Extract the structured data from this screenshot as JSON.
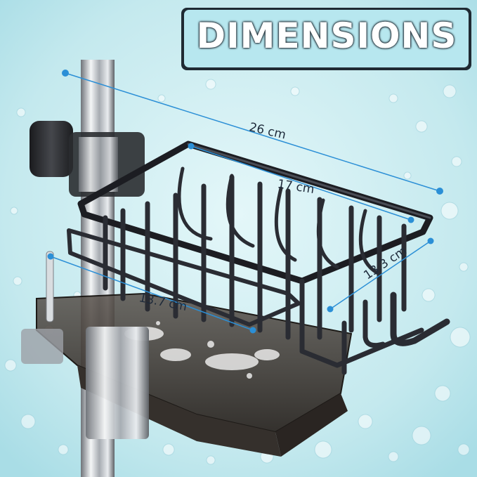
{
  "title": "DIMENSIONS",
  "dimensions": {
    "overall_width": "26 cm",
    "basket_width": "17 cm",
    "tray_depth": "13.7 cm",
    "basket_depth": "13.3 cm"
  },
  "colors": {
    "background": "#cfeef2",
    "banner": "#b7e7ef",
    "dimension_line": "#2b8fd6",
    "basket_metal": "#2a2c33",
    "tray": "#3b3632"
  }
}
